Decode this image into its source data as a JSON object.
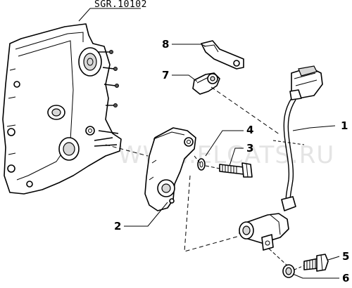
{
  "diagram": {
    "reference_code": "SGR.10102",
    "watermark": "WWW.ELCATS.RU",
    "callouts": [
      "1",
      "2",
      "3",
      "4",
      "5",
      "6",
      "7",
      "8"
    ]
  }
}
